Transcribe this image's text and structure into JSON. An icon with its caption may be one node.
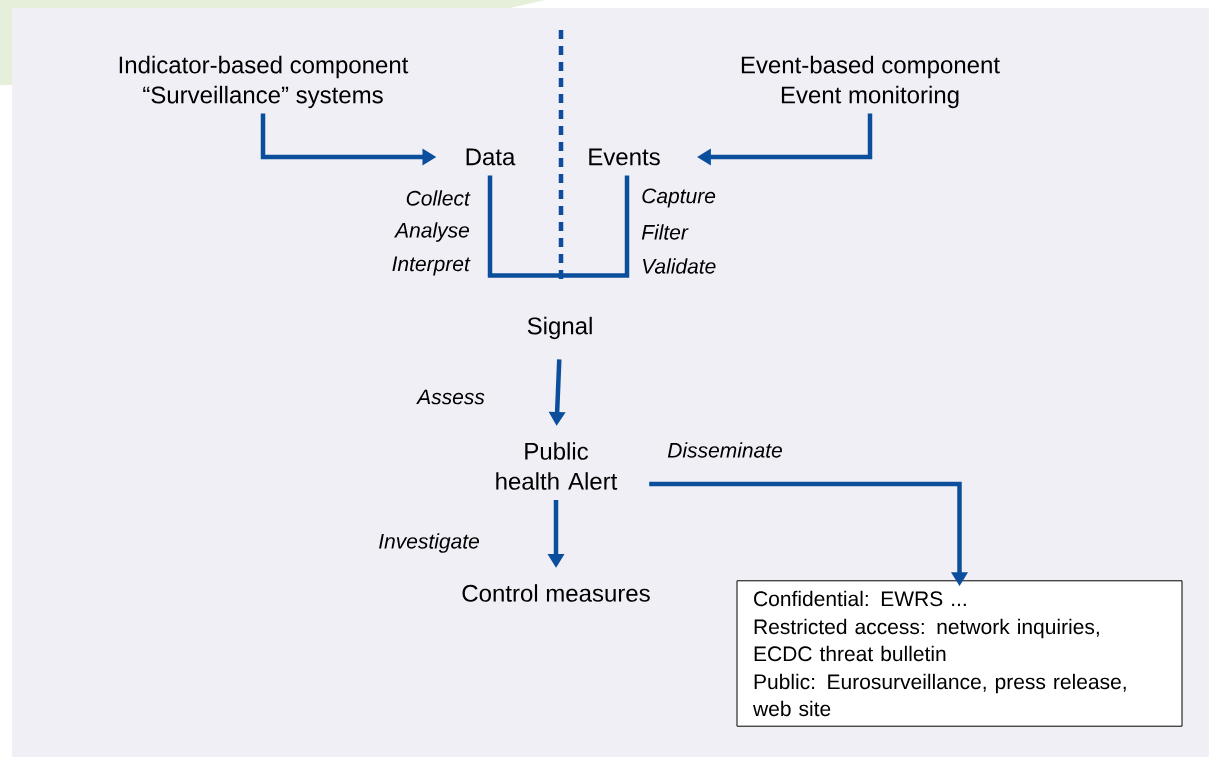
{
  "diagram": {
    "nodes": [
      {
        "text": [
          "Indicator-based component",
          "“Surveillance” systems"
        ]
      },
      {
        "text": [
          "Data"
        ]
      },
      {
        "text": [
          "Events"
        ]
      },
      {
        "text": [
          "Event-based component",
          "Event monitoring"
        ]
      },
      {
        "text": [
          "Signal"
        ]
      },
      {
        "text": [
          "Public health Alert"
        ]
      },
      {
        "text": [
          "Control measures"
        ]
      },
      {
        "text": [
          "Confidential: EWRS ...",
          "Restricted access: network inquiries, ECDC threat bulletin",
          "Public: Eurosurveillance, press release, web site"
        ]
      }
    ],
    "edges": [
      {
        "from": 0,
        "to": 1,
        "arrow": "to"
      },
      {
        "from": 3,
        "to": 2,
        "arrow": "to"
      },
      {
        "from": 1,
        "to": 2,
        "arrow": "none"
      },
      {
        "from": 4,
        "to": 5,
        "arrow": "to",
        "label": "Assess"
      },
      {
        "from": 5,
        "to": 6,
        "arrow": "to",
        "label": "Investigate"
      },
      {
        "from": 5,
        "to": 7,
        "arrow": "to",
        "label": "Disseminate"
      }
    ],
    "labels": [
      "Collect",
      "Analyse",
      "Interpret",
      "Capture",
      "Filter",
      "Validate"
    ]
  }
}
